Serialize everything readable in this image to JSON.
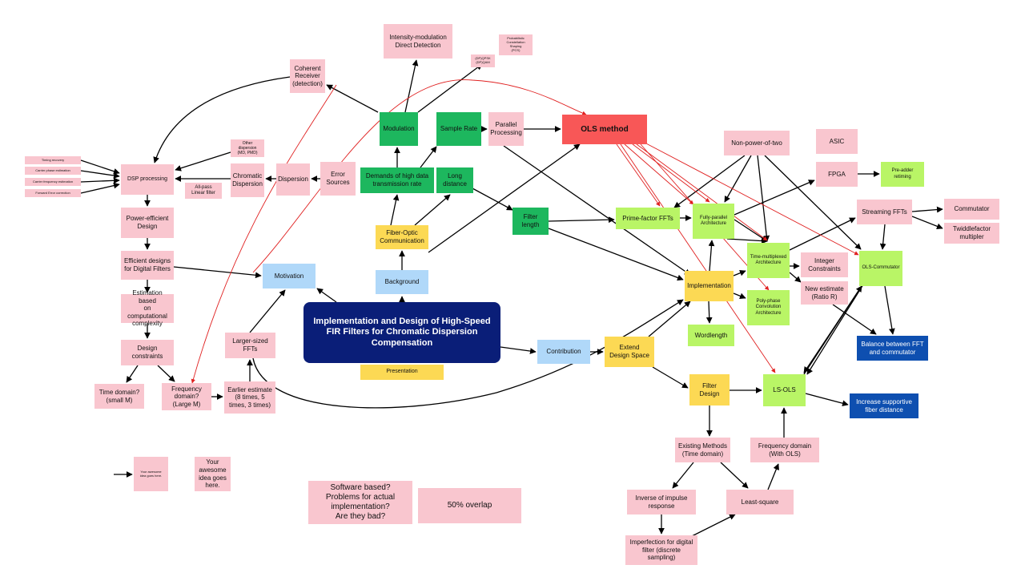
{
  "nodes": {
    "main_title": "Implementation and Design of High-Speed FIR Filters for Chromatic Dispersion Compensation",
    "presentation": "Presentation",
    "motivation": "Motivation",
    "background": "Background",
    "contribution": "Contribution",
    "fiber_optic": "Fiber-Optic\nCommunication",
    "demands": "Demands of high data\ntransmission rate",
    "long_distance": "Long\ndistance",
    "modulation": "Modulation",
    "sample_rate": "Sample Rate",
    "parallel_processing": "Parallel\nProcessing",
    "ols_method": "OLS method",
    "intensity_modulation": "Intensity-modulation\nDirect Detection",
    "dpqpsk": "(DP)QPSK\n(DP)QAM",
    "pcs": "Probabilistic\nConstellation\nShaping\n(PCS)",
    "coherent_receiver": "Coherent\nReceiver\n(detection)",
    "dsp_processing": "DSP processing",
    "timing_recovery": "Timing recovery",
    "carrier_phase": "Carrier phase estimation",
    "carrier_frequency": "Carrier frequency estimation",
    "fec": "Forward Error correction",
    "other_dispersion": "Other dispersion\n(MD, PMD)",
    "chromatic_dispersion": "Chromatic\nDispersion",
    "all_pass": "All-pass\nLinear filter",
    "dispersion": "Dispersion",
    "error_sources": "Error\nSources",
    "filter_length": "Filter\nlength",
    "power_efficient": "Power-efficient\nDesign",
    "efficient_designs": "Efficient designs\nfor Digital Filters",
    "estimation": "Estimation based\non computational\ncomplexity",
    "design_constraints": "Design\nconstraints",
    "time_domain": "Time domain?\n(small M)",
    "frequency_domain": "Frequency\ndomain?\n(Large M)",
    "earlier_estimate": "Earlier estimate\n(8 times, 5\ntimes, 3 times)",
    "larger_ffts": "Larger-sized\nFFTs",
    "implementation": "Implementation",
    "extend_design_space": "Extend\nDesign Space",
    "filter_design": "Filter Design",
    "wordlength": "Wordlength",
    "prime_factor": "Prime-factor FFTs",
    "fully_parallel": "Fully-parallel\nArchitecture",
    "time_multiplexed": "Time-multiplexed\nArchitecture",
    "poly_phase": "Poly-phase\nConvolution\nArchitecture",
    "non_power_two": "Non-power-of-two",
    "asic": "ASIC",
    "fpga": "FPGA",
    "pre_adder": "Pre-adder\nretiming",
    "streaming_ffts": "Streaming FFTs",
    "commutator": "Commutator",
    "twiddle": "Twiddlefactor\nmultipler",
    "ols_commutator": "OLS-Commutator",
    "integer_constraints": "Integer\nConstraints",
    "new_estimate": "New estimate\n(Ratio R)",
    "balance": "Balance between FFT\nand commutator",
    "ls_ols": "LS-OLS",
    "increase_fiber": "Increase supportive\nfiber distance",
    "existing_methods": "Existing Methods\n(Time domain)",
    "frequency_ols": "Frequency domain\n(With OLS)",
    "inverse_impulse": "Inverse of impulse\nresponse",
    "least_square": "Least-square",
    "imperfection": "Imperfection for digital\nfilter (discrete\nsampling)",
    "software_based": "Software based?\nProblems for actual\nimplementation?\nAre they bad?",
    "overlap": "50% overlap",
    "awesome_small": "Your awesome\nidea goes here.",
    "awesome_idea": "Your\nawesome\nidea goes\nhere."
  },
  "colors": {
    "pink": "#f9c6cf",
    "green": "#1db75e",
    "lime": "#b9f566",
    "yellow": "#fcd954",
    "light_blue": "#b0d8f9",
    "navy": "#0a1e78",
    "red": "#f85757",
    "dark_blue": "#0e4fb0",
    "arrow_black": "#000000",
    "arrow_red": "#e02020"
  }
}
